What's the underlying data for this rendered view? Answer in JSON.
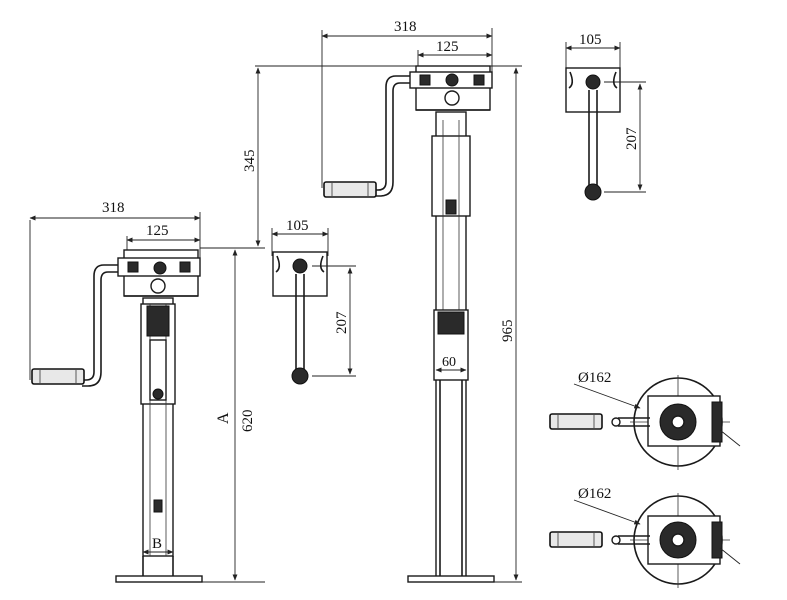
{
  "dimensions": {
    "left_jack": {
      "overall_width": "318",
      "head_width": "125",
      "height_a_letter": "A",
      "height": "620",
      "base_letter": "B"
    },
    "left_detail": {
      "plate_width": "105",
      "shaft_length": "207"
    },
    "right_jack": {
      "overall_width": "318",
      "head_width": "125",
      "offset": "345",
      "height": "965",
      "tube": "60"
    },
    "right_detail": {
      "plate_width": "105",
      "shaft_length": "207"
    },
    "top_view_1": {
      "diameter": "Ø162"
    },
    "top_view_2": {
      "diameter": "Ø162"
    }
  }
}
